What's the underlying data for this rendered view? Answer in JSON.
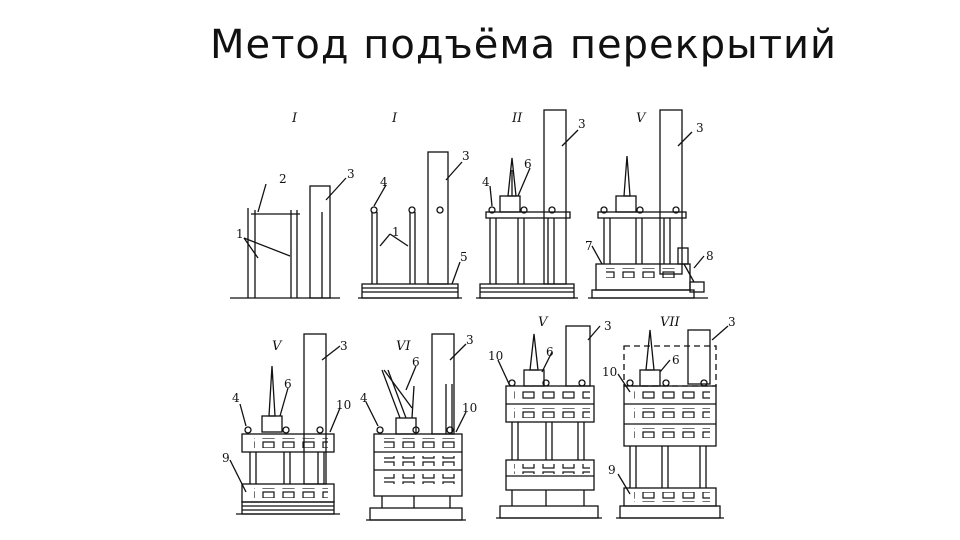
{
  "title": "Метод подъёма перекрытий",
  "stages": [
    "I",
    "I",
    "II",
    "V",
    "V",
    "VI",
    "V",
    "VII"
  ],
  "labels": {
    "n1": "1",
    "n2": "2",
    "n3": "3",
    "n4": "4",
    "n5": "5",
    "n6": "6",
    "n7": "7",
    "n8": "8",
    "n9": "9",
    "n10": "10"
  }
}
